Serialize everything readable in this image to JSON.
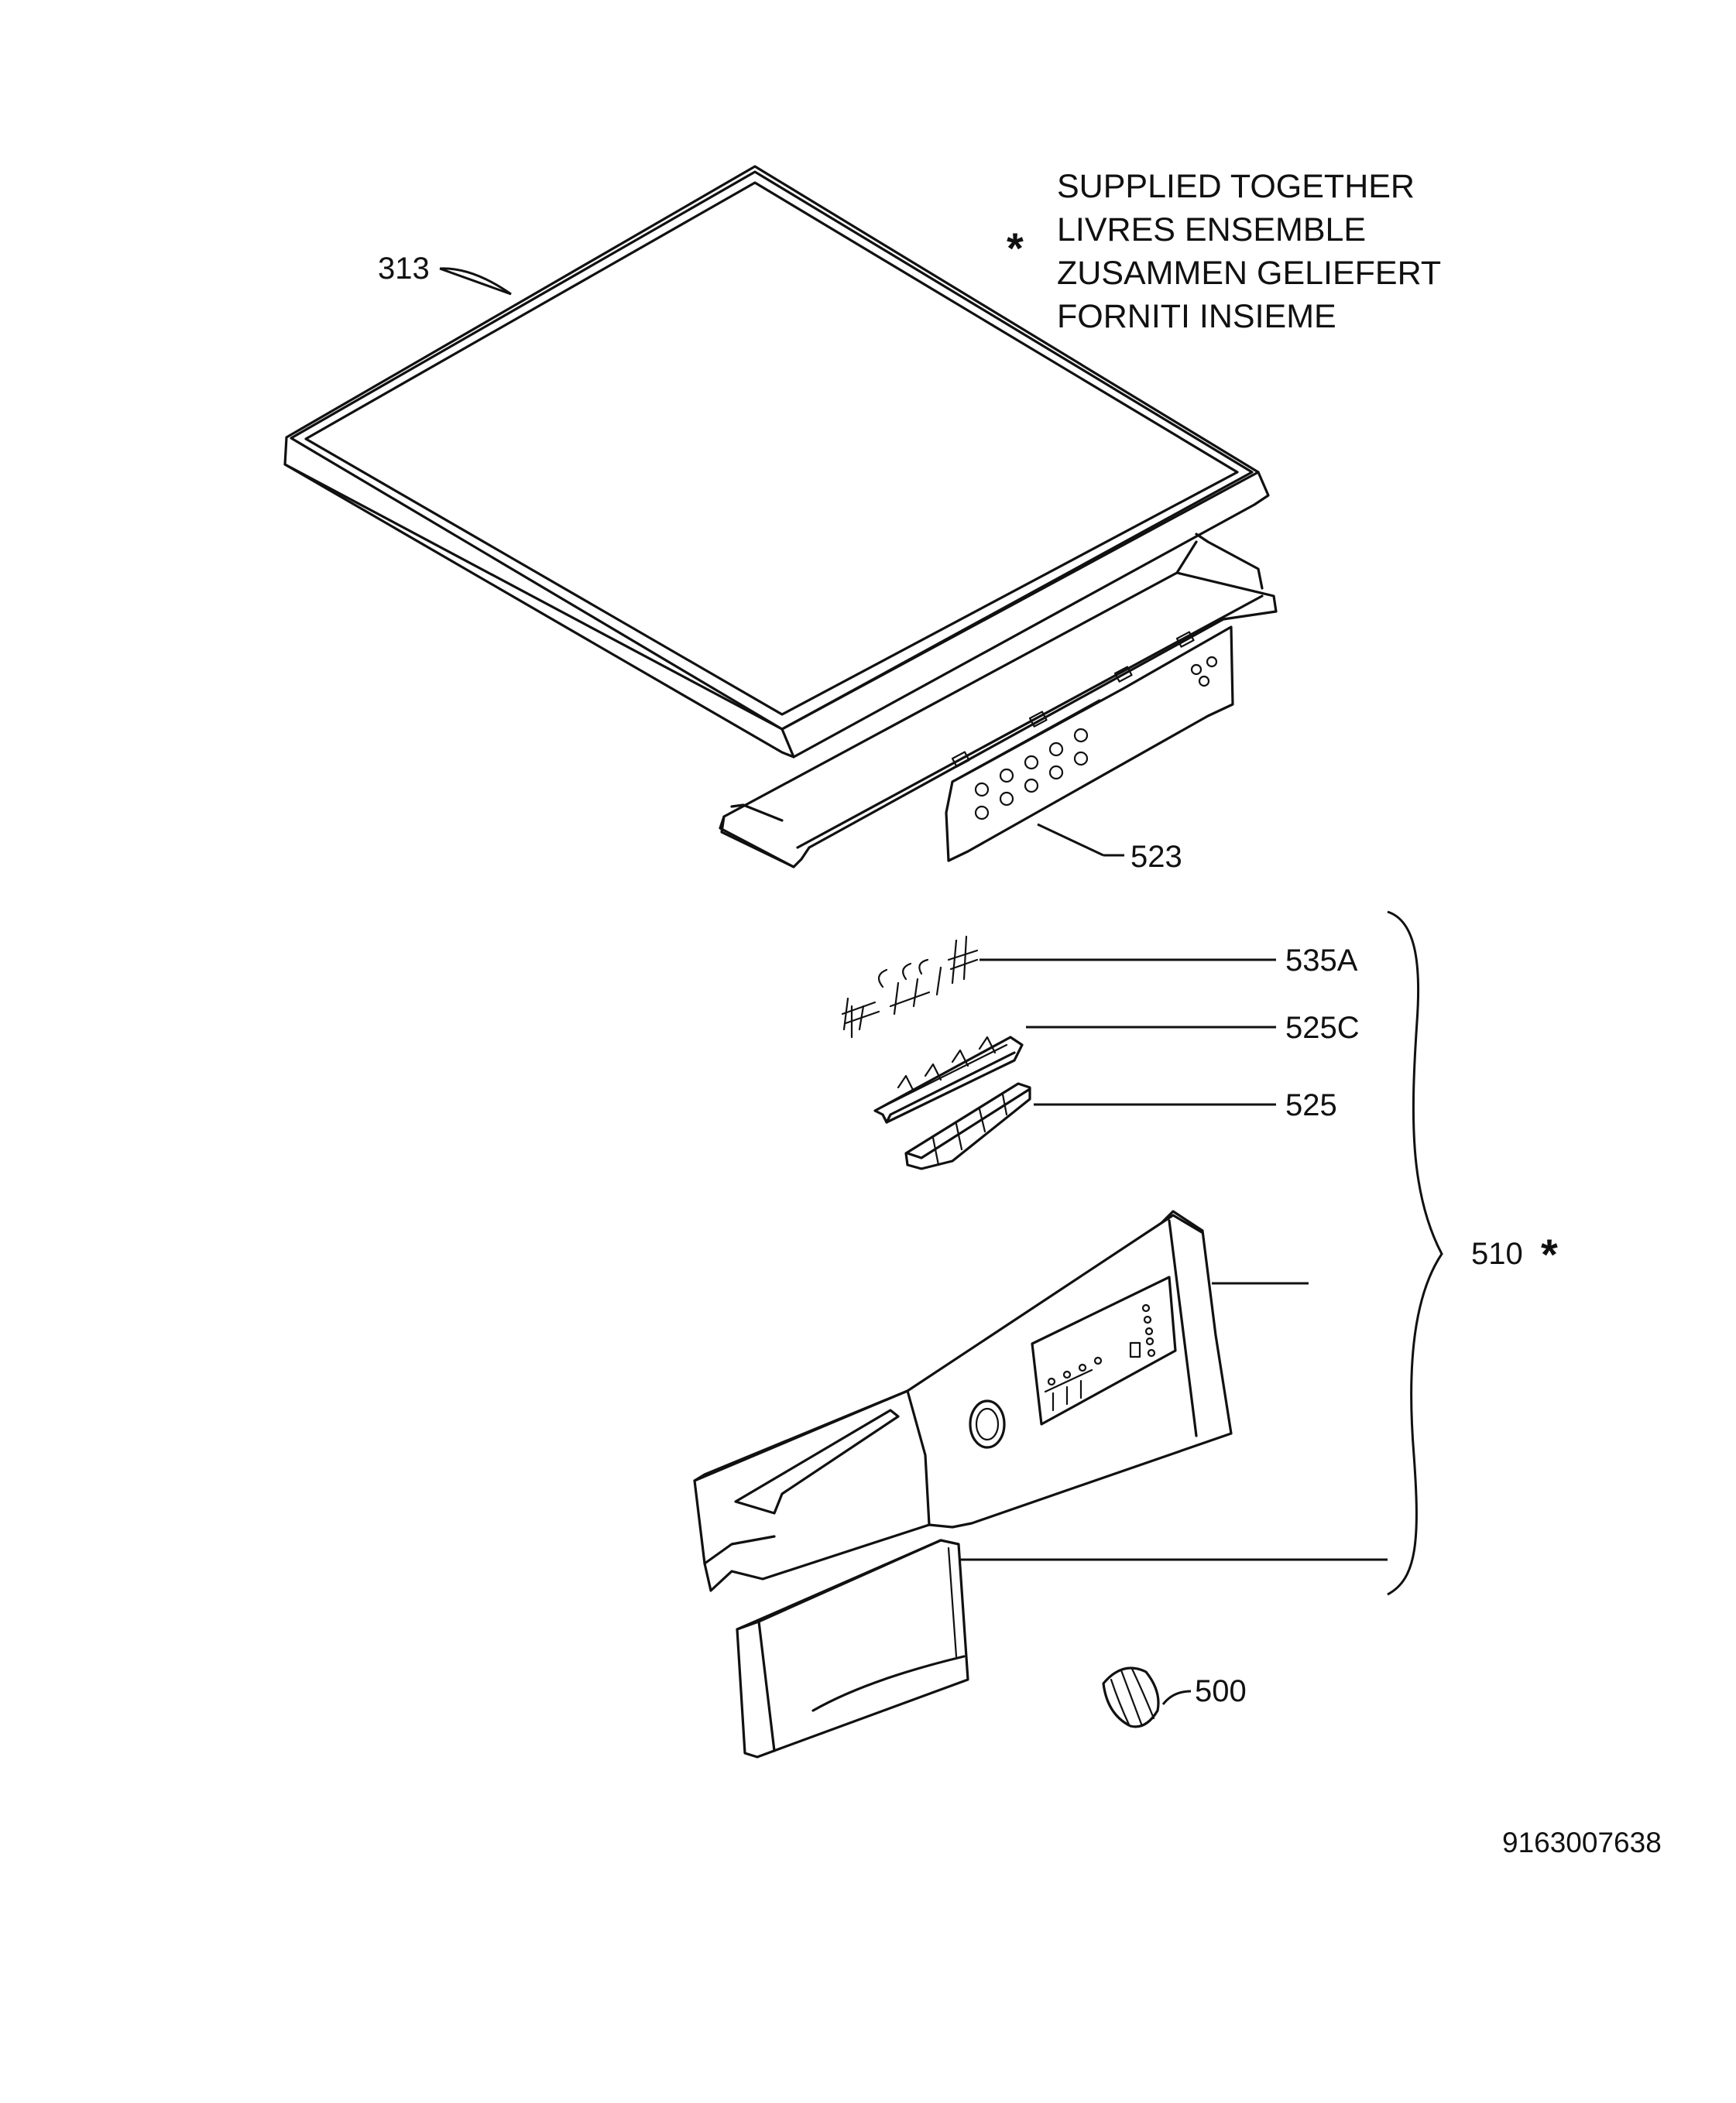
{
  "legend": {
    "marker": "*",
    "lines": [
      "SUPPLIED TOGETHER",
      "LIVRES ENSEMBLE",
      "ZUSAMMEN GELIEFERT",
      "FORNITI INSIEME"
    ]
  },
  "callouts": {
    "p313": "313",
    "p523": "523",
    "p535a": "535A",
    "p525c": "525C",
    "p525": "525",
    "p510": "510",
    "p510_star": "*",
    "p500": "500"
  },
  "drawing_code": "9163007638",
  "colors": {
    "ink": "#111111",
    "paper": "#ffffff"
  }
}
